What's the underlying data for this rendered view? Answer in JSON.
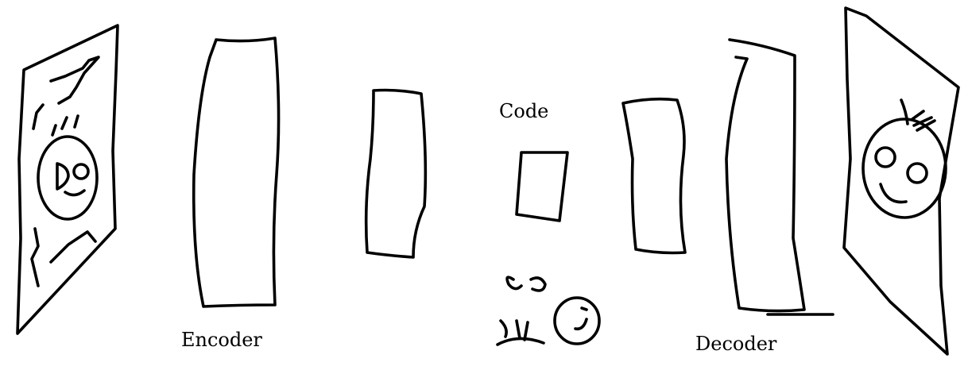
{
  "labels": {
    "encoder": "Encoder",
    "code": "Code",
    "decoder": "Decoder"
  },
  "colors": {
    "ink": "#000000",
    "background": "#ffffff"
  }
}
